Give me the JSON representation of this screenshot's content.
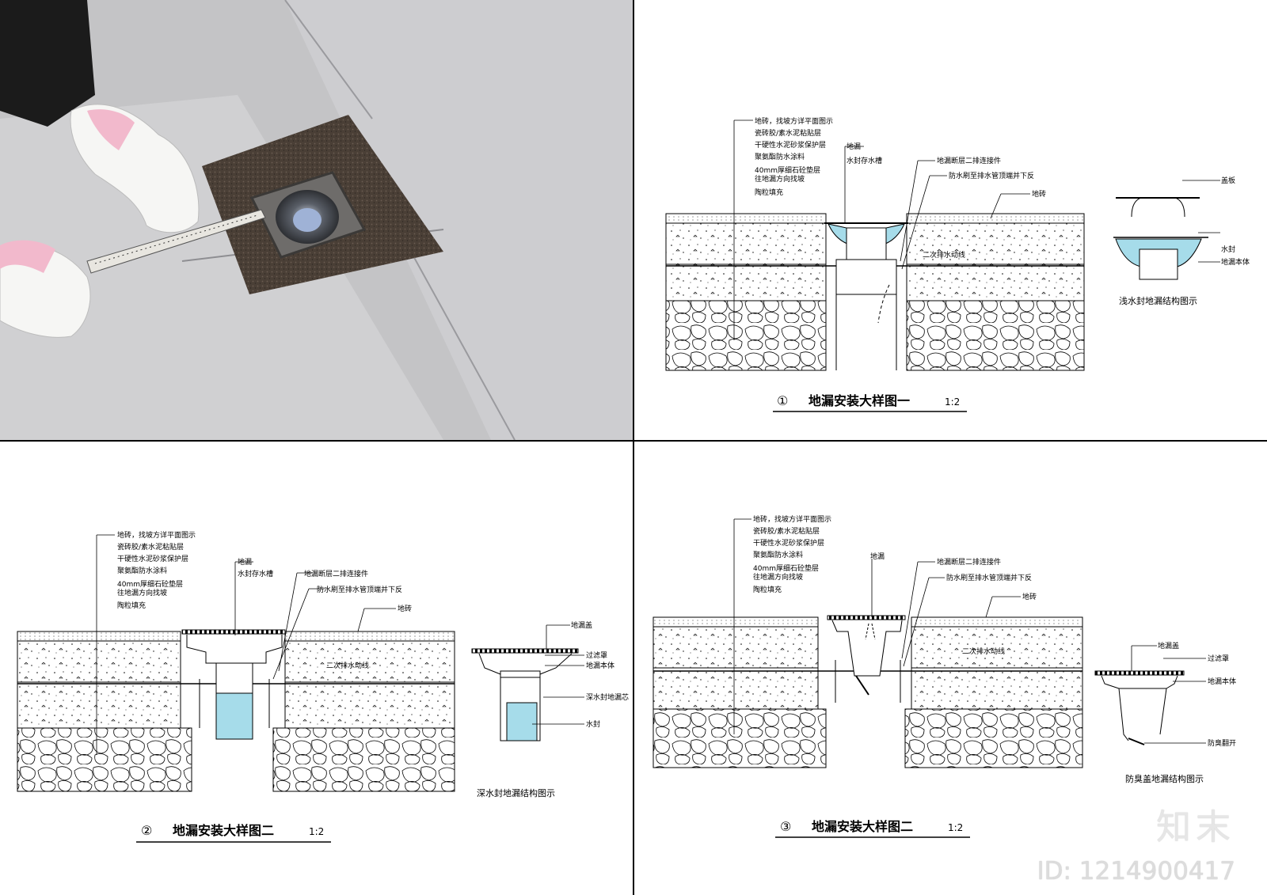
{
  "layers": [
    "地砖，找坡方详平面图示",
    "瓷砖胶/素水泥粘贴层",
    "干硬性水泥砂浆保护层",
    "聚氨酯防水涂料",
    "40mm厚细石砼垫层",
    "往地漏方向找坡",
    "陶粒填充"
  ],
  "labels": {
    "drain": "地漏",
    "trap_tank": "水封存水槽",
    "connector": "地漏断层二排连接件",
    "waterproof_brush": "防水刷至排水管顶端并下反",
    "secondary_drain": "二次排水动线",
    "tile": "地砖"
  },
  "panel1": {
    "caption_num": "①",
    "caption": "地漏安装大样图一",
    "scale": "1:2",
    "inset_title": "浅水封地漏结构图示",
    "inset_labels": [
      "盖板",
      "水封",
      "地漏本体"
    ]
  },
  "panel2": {
    "caption_num": "②",
    "caption": "地漏安装大样图二",
    "scale": "1:2",
    "inset_title": "深水封地漏结构图示",
    "inset_labels": [
      "地漏盖",
      "过滤罩",
      "地漏本体",
      "深水封地漏芯",
      "水封"
    ]
  },
  "panel3": {
    "caption_num": "③",
    "caption": "地漏安装大样图二",
    "scale": "1:2",
    "inset_title": "防臭盖地漏结构图示",
    "inset_labels": [
      "地漏盖",
      "过滤罩",
      "地漏本体",
      "防臭翻开"
    ]
  },
  "brand": {
    "logo": "知末",
    "id": "ID: 1214900417"
  },
  "colors": {
    "water": "#a6dcea",
    "line": "#000000",
    "photo_tile": "#c9c9cb",
    "mortar": "#4a3f36"
  }
}
